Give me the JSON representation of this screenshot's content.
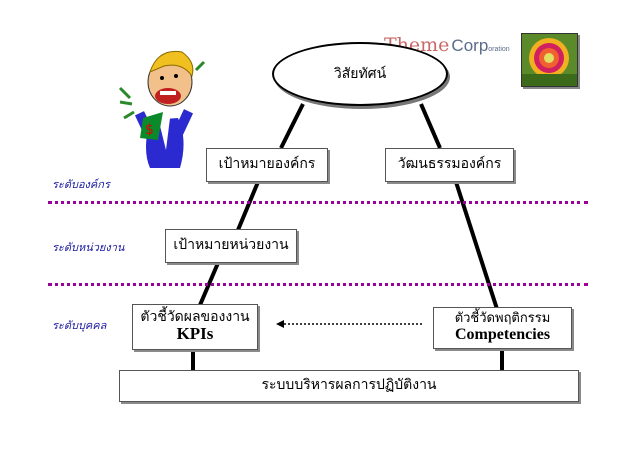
{
  "brand": {
    "theme": "Theme",
    "corp": "Corp",
    "suffix": "oration"
  },
  "vision": "วิสัยทัศน์",
  "org_goal": "เป้าหมายองค์กร",
  "org_culture": "วัฒนธรรมองค์กร",
  "unit_goal": "เป้าหมายหน่วยงาน",
  "kpi_box": {
    "line1": "ตัวชี้วัดผลของงาน",
    "line2": "KPIs"
  },
  "comp_box": {
    "line1": "ตัวชี้วัดพฤติกรรม",
    "line2": "Competencies"
  },
  "system": "ระบบบริหารผลการปฏิบัติงาน",
  "levels": {
    "org": "ระดับองค์กร",
    "unit": "ระดับหน่วยงาน",
    "individual": "ระดับบุคคล"
  },
  "colors": {
    "brand_theme": "#c0504d",
    "brand_corp": "#5a6c8a",
    "level_text": "#1a1aa0",
    "divider": "#9a009a"
  }
}
